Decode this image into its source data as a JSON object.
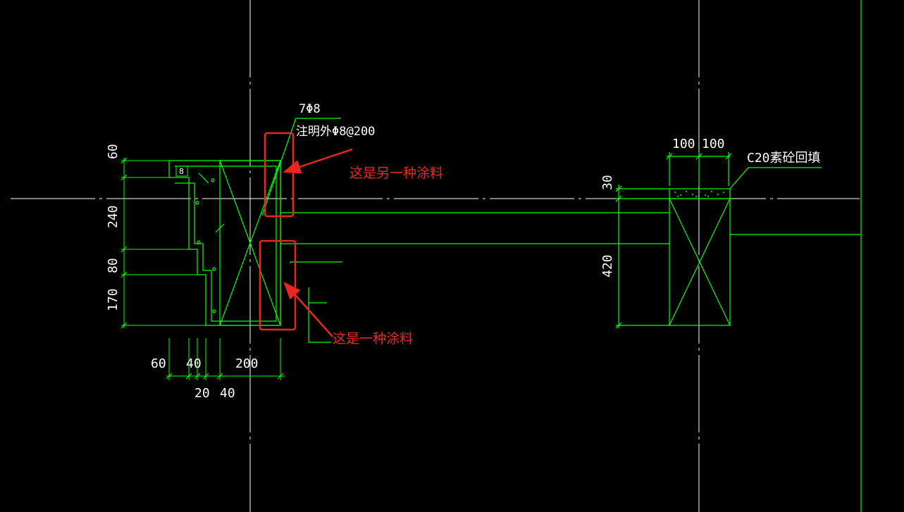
{
  "colors": {
    "background": "#000000",
    "grid_axis": "#ffffff",
    "geometry": "#00ff00",
    "text": "#ffffff",
    "annotation": "#e8281e"
  },
  "left_section": {
    "rebar_label_top": "7Φ8",
    "rebar_label_bottom": "注明外Φ8@200",
    "tag": "8",
    "vertical_dims": [
      "60",
      "240",
      "80",
      "170"
    ],
    "horizontal_dims_top": [
      "60",
      "40",
      "200"
    ],
    "horizontal_dims_bottom": [
      "20",
      "40"
    ]
  },
  "right_section": {
    "top_dims": [
      "100",
      "100"
    ],
    "fill_label": "C20素砼回填",
    "vertical_dims": [
      "30",
      "420"
    ]
  },
  "annotations": {
    "upper_note": "这是另一种涂料",
    "lower_note": "这是一种涂料"
  }
}
